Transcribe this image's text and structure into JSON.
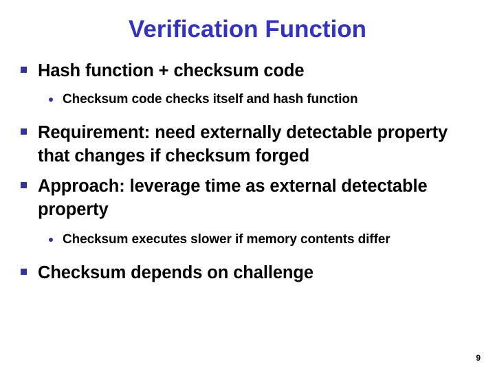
{
  "slide": {
    "title": "Verification Function",
    "page_number": "9",
    "background_color": "#ffffff",
    "title_color": "#3333bb",
    "bullet_color": "#333399",
    "text_color": "#000000",
    "bullets": [
      {
        "level": 1,
        "marker": "square-bullet",
        "text": "Hash function + checksum code"
      },
      {
        "level": 2,
        "marker": "round-bullet",
        "text": "Checksum code checks itself and hash function"
      },
      {
        "level": 1,
        "marker": "square-bullet",
        "text": "Requirement: need externally detectable property that changes if checksum forged"
      },
      {
        "level": 1,
        "marker": "square-bullet",
        "text": "Approach: leverage time as external detectable property"
      },
      {
        "level": 2,
        "marker": "round-bullet",
        "text": "Checksum executes slower if memory contents differ"
      },
      {
        "level": 1,
        "marker": "square-bullet",
        "text": "Checksum depends on challenge"
      }
    ]
  }
}
